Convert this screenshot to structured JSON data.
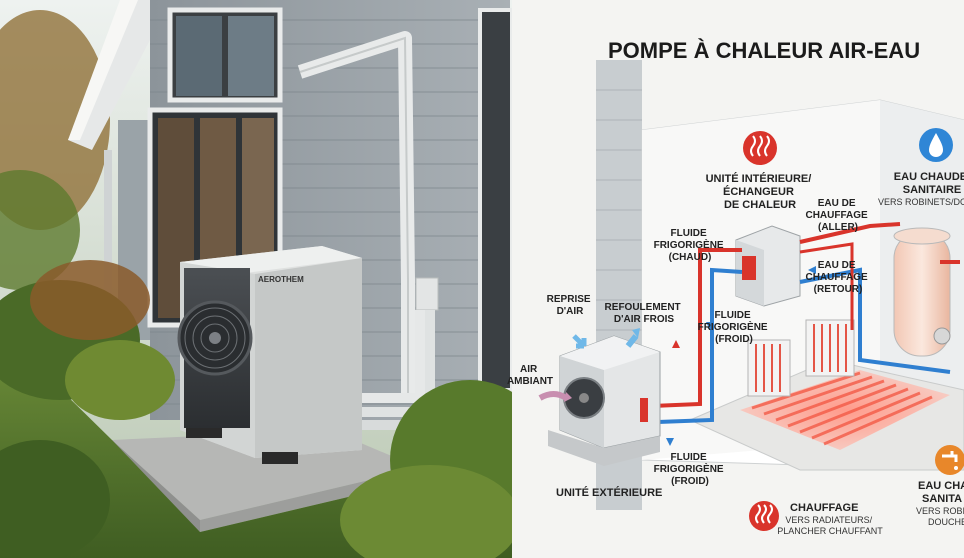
{
  "header": {
    "title": "POMPE À CHALEUR AIR-EAU"
  },
  "photo": {
    "brand_label": "AEROTHEM"
  },
  "diagram": {
    "indoor_unit": [
      "UNITÉ INTÉRIEURE/",
      "ÉCHANGEUR",
      "DE CHALEUR"
    ],
    "dhw_top": [
      "EAU CHAUDE",
      "SANITAIRE"
    ],
    "dhw_top_sub": "VERS ROBINETS/DOUCHE",
    "heating_out": [
      "EAU DE",
      "CHAUFFAGE",
      "(ALLER)"
    ],
    "heating_return": [
      "EAU DE",
      "CHAUFFAGE",
      "(RETOUR)"
    ],
    "refrigerant_hot": [
      "FLUIDE",
      "FRIGORIGÈNE",
      "(CHAUD)"
    ],
    "refrigerant_cold_top": [
      "FLUIDE",
      "FRIGORIGÈNE",
      "(FROID)"
    ],
    "air_intake": [
      "REPRISE",
      "D'AIR"
    ],
    "cold_air_out": [
      "REFOULEMENT",
      "D'AIR FROIS"
    ],
    "ambient_air": [
      "AIR",
      "AMBIANT"
    ],
    "refrigerant_cold_bottom": [
      "FLUIDE",
      "FRIGORIGÈNE",
      "(FROID)"
    ],
    "outdoor_unit": "UNITÉ EXTÉRIEURE",
    "heating": "CHAUFFAGE",
    "heating_sub": [
      "VERS RADIATEURS/",
      "PLANCHER CHAUFFANT"
    ],
    "dhw_bottom": [
      "EAU CHA",
      "SANITA"
    ],
    "dhw_bottom_sub": [
      "VERS ROBIN",
      "DOUCHE"
    ]
  },
  "colors": {
    "hot": "#d9342b",
    "cold": "#2f7fd0",
    "orange": "#e8872a",
    "icon_red": "#d9342b",
    "icon_blue": "#2f86d6"
  },
  "icons": {
    "heat": "heat-waves-icon",
    "water": "water-drop-icon",
    "tap": "faucet-icon"
  }
}
